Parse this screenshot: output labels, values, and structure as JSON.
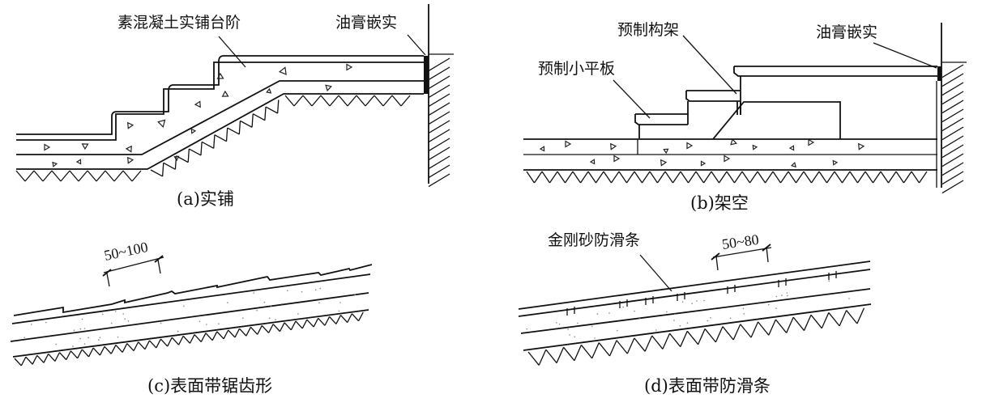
{
  "panels": {
    "a": {
      "caption": "(a)实铺",
      "labels": {
        "concrete_steps": "素混凝土实铺台阶",
        "sealant": "油膏嵌实"
      }
    },
    "b": {
      "caption": "(b)架空",
      "labels": {
        "precast_frame": "预制构架",
        "precast_slab": "预制小平板",
        "sealant": "油膏嵌实"
      }
    },
    "c": {
      "caption": "(c)表面带锯齿形",
      "dimension": "50~100"
    },
    "d": {
      "caption": "(d)表面带防滑条",
      "labels": {
        "anti_slip_strip": "金刚砂防滑条"
      },
      "dimension": "50~80"
    }
  }
}
